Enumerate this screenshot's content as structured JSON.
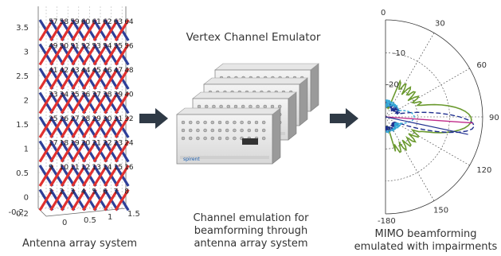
{
  "antenna": {
    "caption": "Antenna array system",
    "y_ticks": [
      "3.5",
      "3",
      "2.5",
      "2",
      "1.5",
      "1",
      "0.5",
      "0",
      "-0.2"
    ],
    "x_ticks": [
      "0.2",
      "0",
      "0.5",
      "1",
      "1.5"
    ],
    "element_labels": [
      [
        "57",
        "58",
        "59",
        "60",
        "61",
        "62",
        "63",
        "64"
      ],
      [
        "49",
        "50",
        "51",
        "52",
        "53",
        "54",
        "55",
        "56"
      ],
      [
        "41",
        "42",
        "43",
        "44",
        "45",
        "46",
        "47",
        "48"
      ],
      [
        "33",
        "34",
        "35",
        "36",
        "37",
        "38",
        "39",
        "40"
      ],
      [
        "25",
        "26",
        "27",
        "28",
        "29",
        "30",
        "31",
        "32"
      ],
      [
        "17",
        "18",
        "19",
        "20",
        "21",
        "22",
        "23",
        "24"
      ],
      [
        "9",
        "10",
        "11",
        "12",
        "13",
        "14",
        "15",
        "16"
      ],
      [
        "1",
        "2",
        "3",
        "4",
        "5",
        "6",
        "7",
        "8"
      ]
    ]
  },
  "emulator": {
    "title": "Vertex Channel Emulator",
    "caption_lines": [
      "Channel emulation for",
      "beamforming through",
      "antenna array system"
    ],
    "brand": "spirent"
  },
  "polar": {
    "angle_labels": [
      "0",
      "30",
      "60",
      "90",
      "120",
      "150",
      "-180"
    ],
    "radial_labels": [
      "-10",
      "-20"
    ],
    "caption_lines": [
      "MIMO beamforming",
      "emulated with impairments"
    ]
  },
  "colors": {
    "red_element": "#e0312f",
    "blue_element": "#2e3f99",
    "arrow": "#2f3a46",
    "pattern_green": "#6b9a2f",
    "pattern_blue": "#1f2f8f",
    "pattern_cyan": "#35a8d6",
    "pattern_magenta": "#c02a8a"
  }
}
